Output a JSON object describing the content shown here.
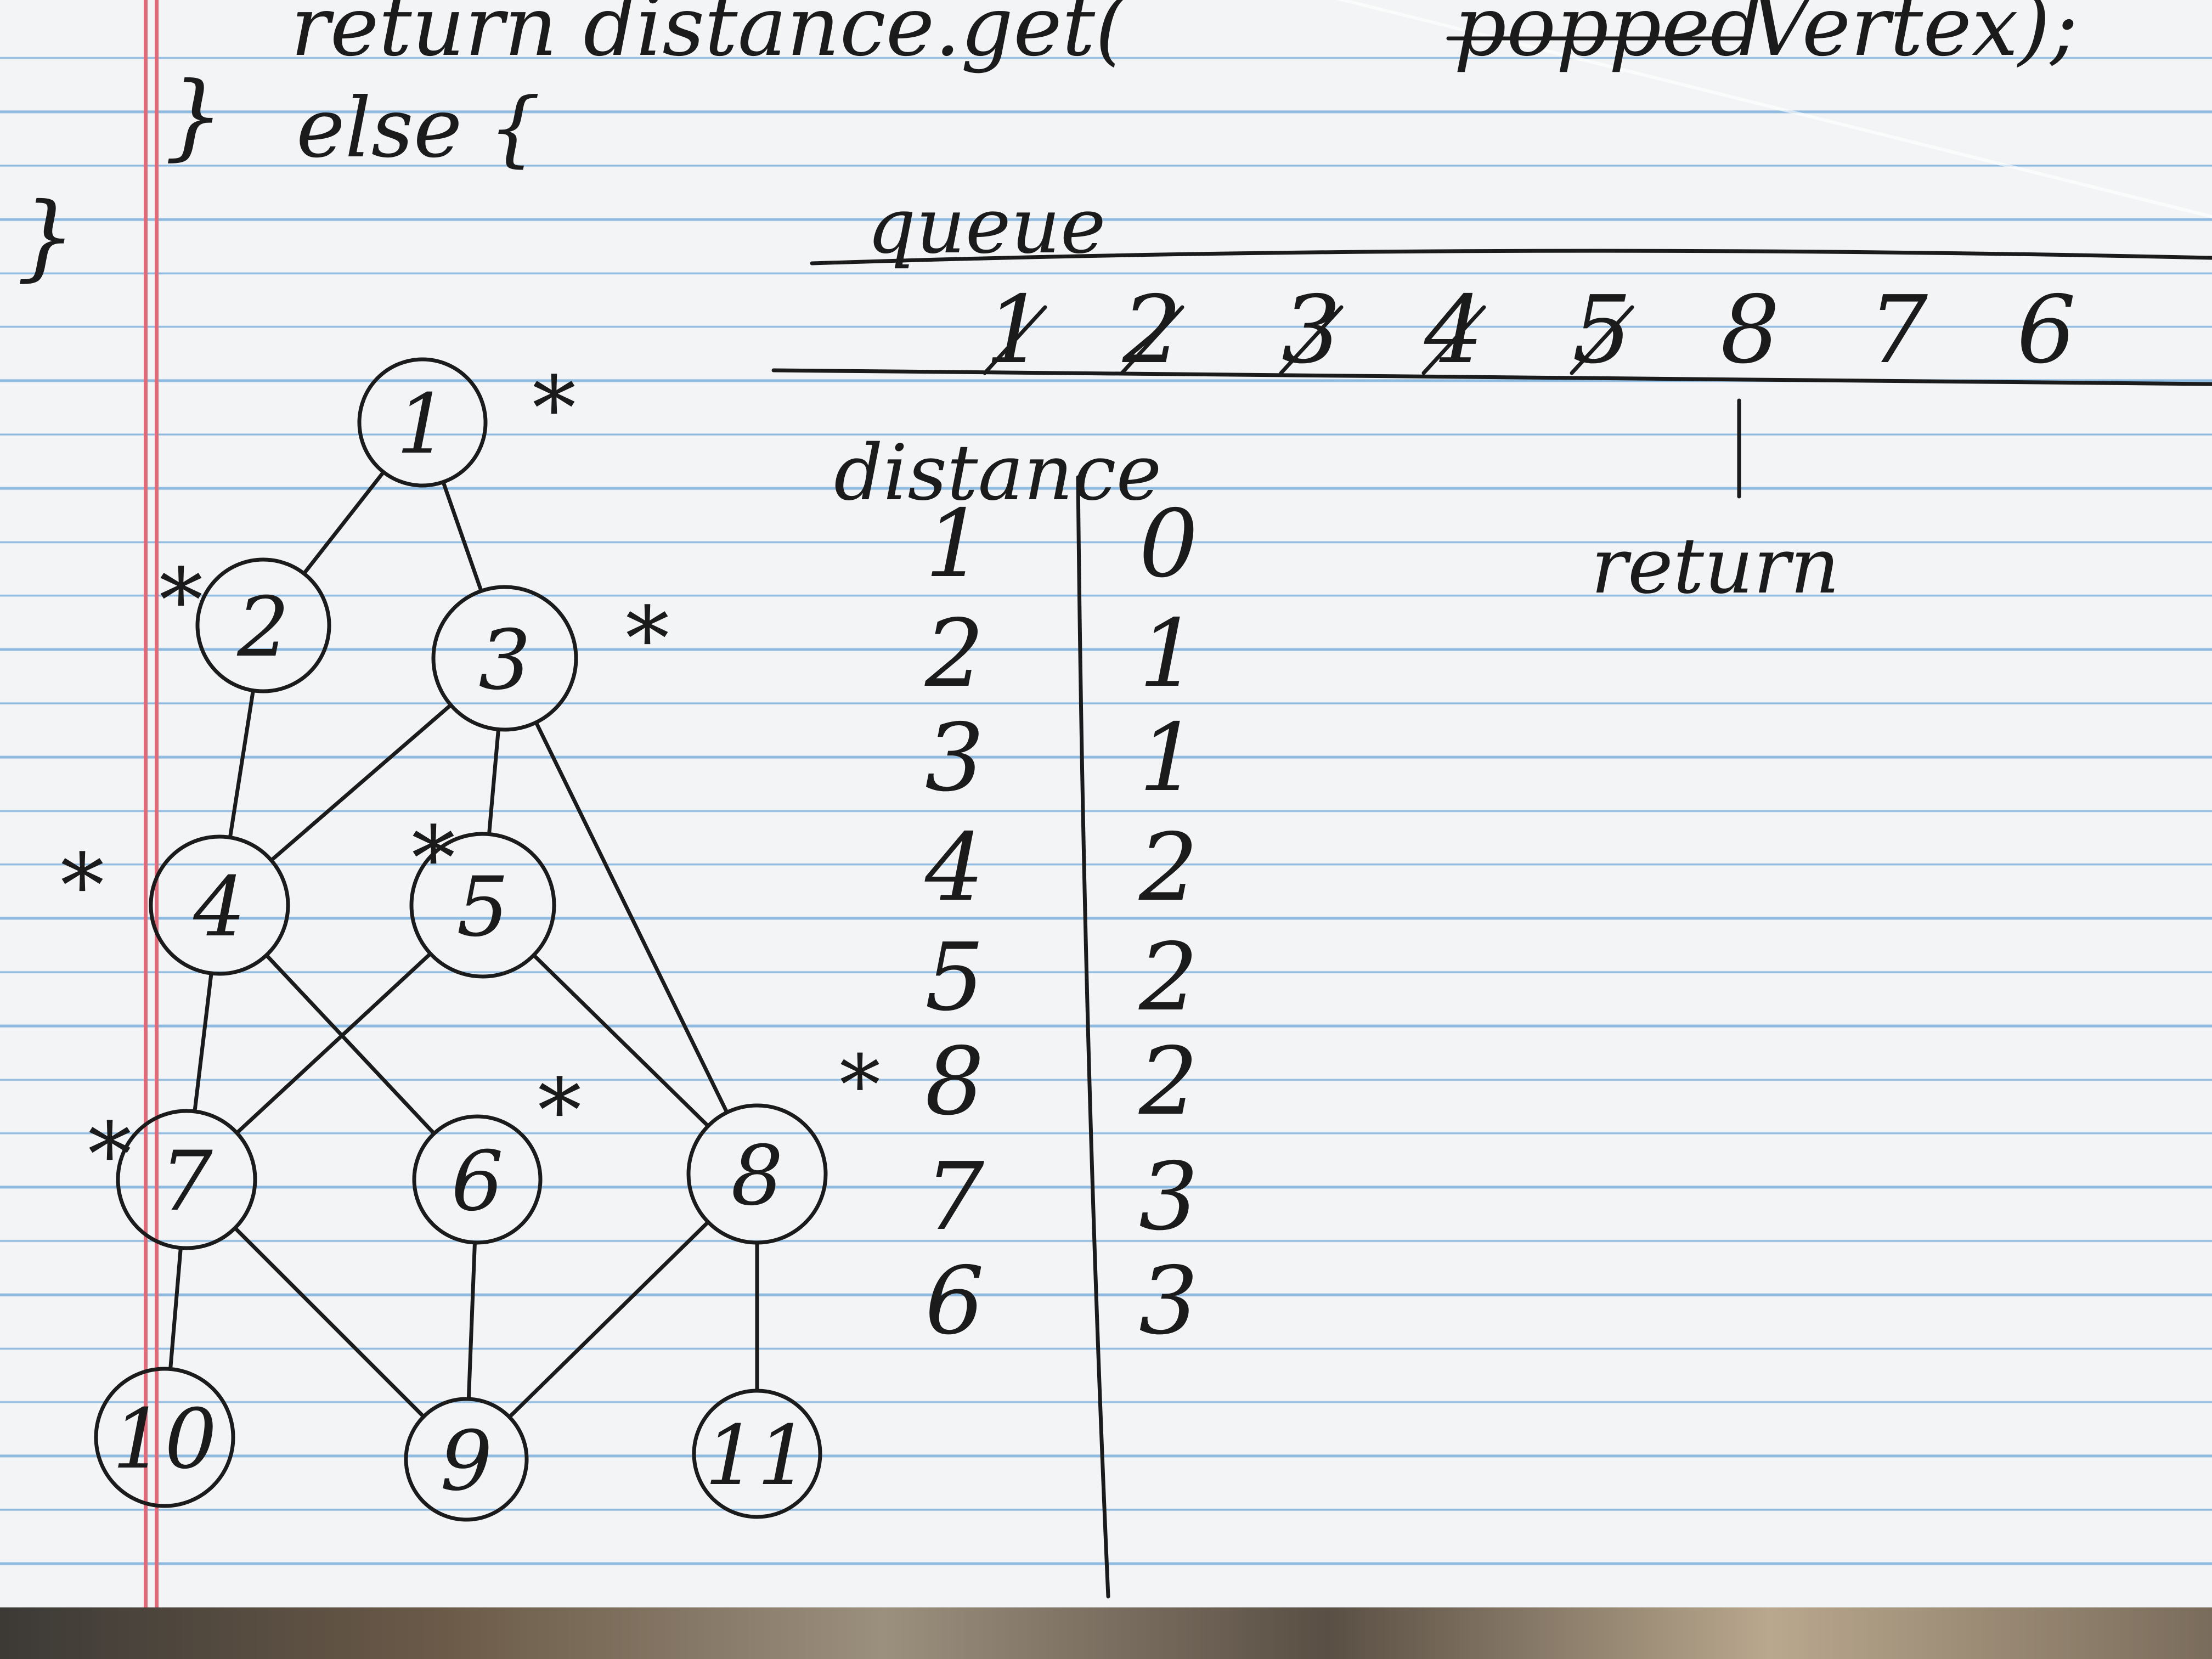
{
  "code": {
    "return_line_prefix": "return distance.get(",
    "struck_text": "popped",
    "return_line_suffix": "Vertex);",
    "brace_close": "}",
    "else_line": "else {",
    "final_brace": "}"
  },
  "queue": {
    "label": "queue",
    "items": [
      {
        "value": "1",
        "struck": true
      },
      {
        "value": "2",
        "struck": true
      },
      {
        "value": "3",
        "struck": true
      },
      {
        "value": "4",
        "struck": true
      },
      {
        "value": "5",
        "struck": true
      },
      {
        "value": "8",
        "struck": false
      },
      {
        "value": "7",
        "struck": false
      },
      {
        "value": "6",
        "struck": false
      }
    ],
    "return_label": "return"
  },
  "distance": {
    "label": "distance",
    "rows": [
      {
        "vertex": "1",
        "dist": "0",
        "mark": ""
      },
      {
        "vertex": "2",
        "dist": "1",
        "mark": ""
      },
      {
        "vertex": "3",
        "dist": "1",
        "mark": ""
      },
      {
        "vertex": "4",
        "dist": "2",
        "mark": ""
      },
      {
        "vertex": "5",
        "dist": "2",
        "mark": ""
      },
      {
        "vertex": "8",
        "dist": "2",
        "mark": "*"
      },
      {
        "vertex": "7",
        "dist": "3",
        "mark": ""
      },
      {
        "vertex": "6",
        "dist": "3",
        "mark": ""
      }
    ]
  },
  "graph": {
    "nodes": [
      {
        "id": "1",
        "starred": true
      },
      {
        "id": "2",
        "starred": true
      },
      {
        "id": "3",
        "starred": true
      },
      {
        "id": "4",
        "starred": true
      },
      {
        "id": "5",
        "starred": true
      },
      {
        "id": "6",
        "starred": true
      },
      {
        "id": "7",
        "starred": true
      },
      {
        "id": "8",
        "starred": false
      },
      {
        "id": "9",
        "starred": false
      },
      {
        "id": "10",
        "starred": false
      },
      {
        "id": "11",
        "starred": false
      }
    ],
    "edges": [
      [
        "1",
        "2"
      ],
      [
        "1",
        "3"
      ],
      [
        "2",
        "4"
      ],
      [
        "3",
        "4"
      ],
      [
        "3",
        "5"
      ],
      [
        "3",
        "8"
      ],
      [
        "4",
        "7"
      ],
      [
        "4",
        "6"
      ],
      [
        "5",
        "7"
      ],
      [
        "5",
        "8"
      ],
      [
        "7",
        "10"
      ],
      [
        "7",
        "9"
      ],
      [
        "6",
        "9"
      ],
      [
        "8",
        "9"
      ],
      [
        "8",
        "11"
      ]
    ],
    "star_symbol": "*"
  },
  "colors": {
    "ink": "#1b1b1b",
    "paper": "#f3f4f6",
    "rule_line": "#8fbadf",
    "margin_line": "#e06a78"
  }
}
